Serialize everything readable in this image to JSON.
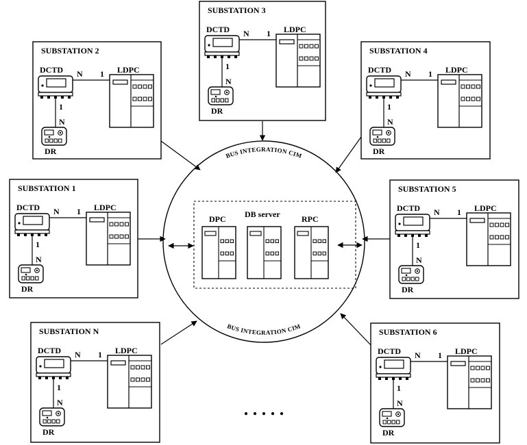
{
  "substations": [
    {
      "id": "s3",
      "title": "SUBSTATION 3",
      "meter": "DCTD",
      "ldpc": "LDPC",
      "recorder": "DR",
      "card_meter_side": "N",
      "card_ldpc_side": "1",
      "card_upper": "1",
      "card_lower": "N"
    },
    {
      "id": "s2",
      "title": "SUBSTATION 2",
      "meter": "DCTD",
      "ldpc": "LDPC",
      "recorder": "DR",
      "card_meter_side": "N",
      "card_ldpc_side": "1",
      "card_upper": "1",
      "card_lower": "N"
    },
    {
      "id": "s4",
      "title": "SUBSTATION 4",
      "meter": "DCTD",
      "ldpc": "LDPC",
      "recorder": "DR",
      "card_meter_side": "N",
      "card_ldpc_side": "1",
      "card_upper": "1",
      "card_lower": "N"
    },
    {
      "id": "s1",
      "title": "SUBSTATION 1",
      "meter": "DCTD",
      "ldpc": "LDPC",
      "recorder": "DR",
      "card_meter_side": "N",
      "card_ldpc_side": "1",
      "card_upper": "1",
      "card_lower": "N"
    },
    {
      "id": "s5",
      "title": "SUBSTATION 5",
      "meter": "DCTD",
      "ldpc": "LDPC",
      "recorder": "DR",
      "card_meter_side": "N",
      "card_ldpc_side": "1",
      "card_upper": "1",
      "card_lower": "N"
    },
    {
      "id": "sN",
      "title": "SUBSTATION N",
      "meter": "DCTD",
      "ldpc": "LDPC",
      "recorder": "DR",
      "card_meter_side": "N",
      "card_ldpc_side": "1",
      "card_upper": "1",
      "card_lower": "N"
    },
    {
      "id": "s6",
      "title": "SUBSTATION 6",
      "meter": "DCTD",
      "ldpc": "LDPC",
      "recorder": "DR",
      "card_meter_side": "N",
      "card_ldpc_side": "1",
      "card_upper": "1",
      "card_lower": "N"
    }
  ],
  "bus": {
    "top_label": "BUS INTEGRATION CIM",
    "bottom_label": "BUS INTEGRATION CIM"
  },
  "center": {
    "servers": [
      "DPC",
      "DB server",
      "RPC"
    ]
  },
  "ellipsis": ". . . . ."
}
